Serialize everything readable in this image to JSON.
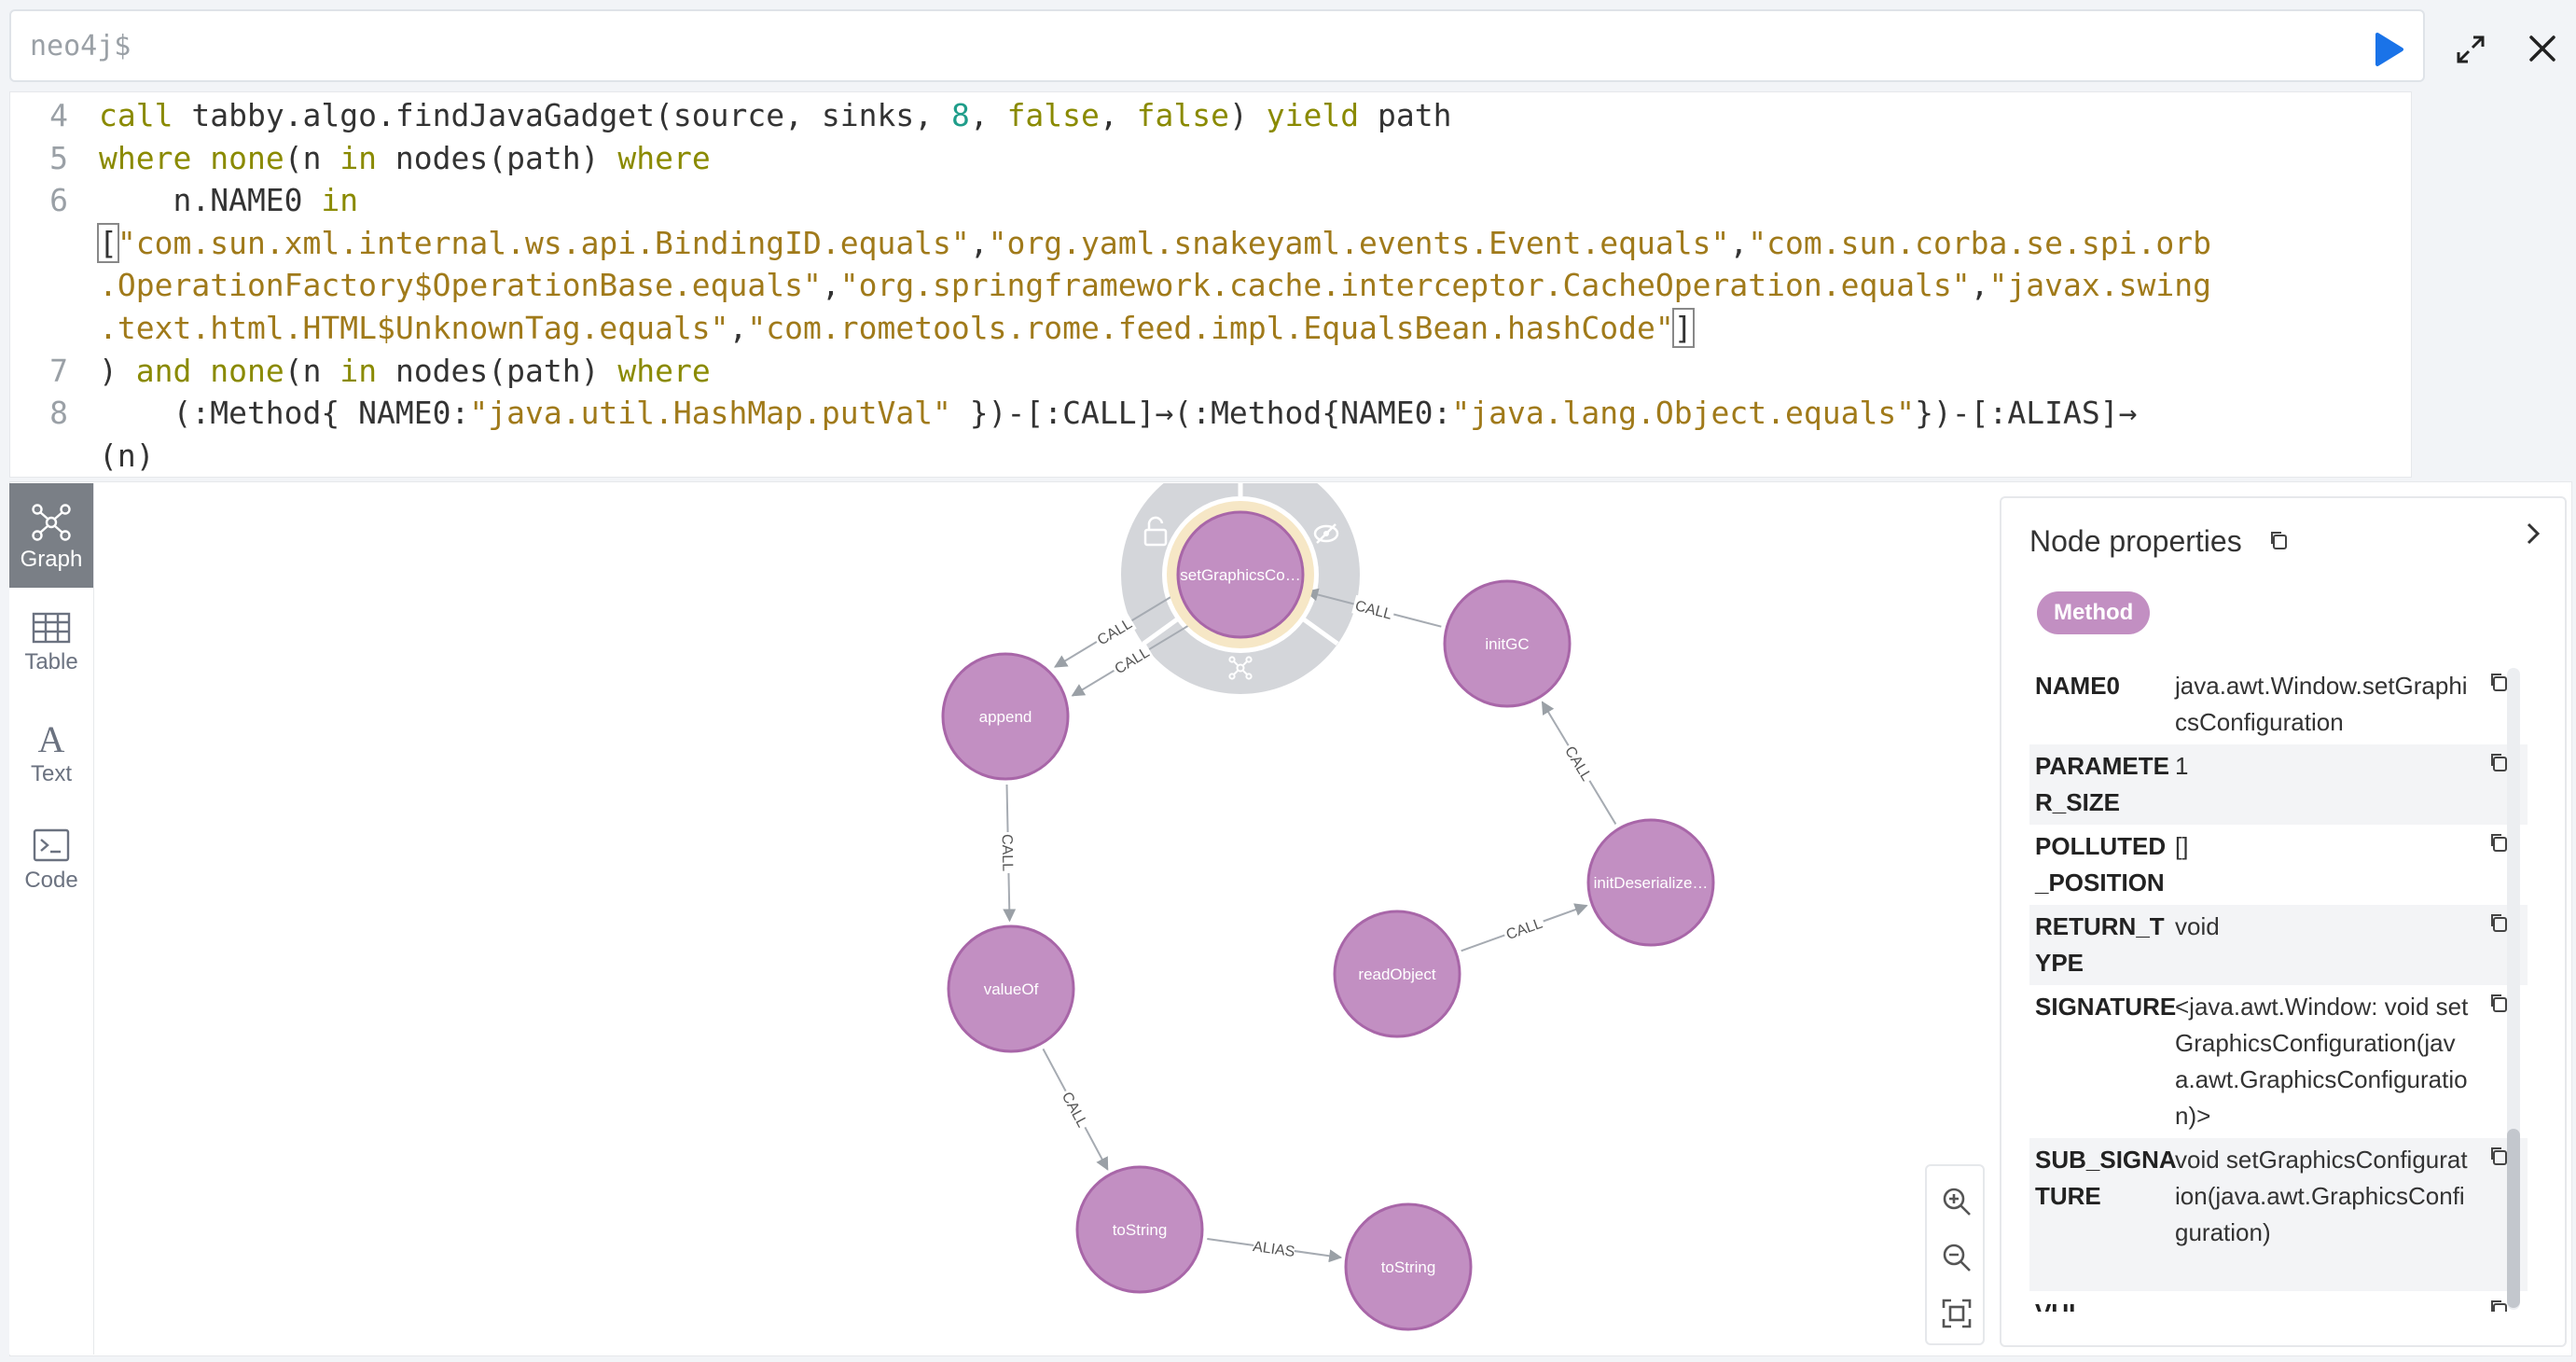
{
  "prompt": {
    "text": "neo4j$"
  },
  "editor": {
    "lines": [
      {
        "num": "4",
        "segments": [
          {
            "cls": "kw",
            "t": "call"
          },
          {
            "cls": "",
            "t": " tabby.algo.findJavaGadget(source, sinks, "
          },
          {
            "cls": "num",
            "t": "8"
          },
          {
            "cls": "",
            "t": ", "
          },
          {
            "cls": "kw",
            "t": "false"
          },
          {
            "cls": "",
            "t": ", "
          },
          {
            "cls": "kw",
            "t": "false"
          },
          {
            "cls": "",
            "t": ") "
          },
          {
            "cls": "kw",
            "t": "yield"
          },
          {
            "cls": "",
            "t": " path"
          }
        ]
      },
      {
        "num": "5",
        "segments": [
          {
            "cls": "kw",
            "t": "where"
          },
          {
            "cls": "",
            "t": " "
          },
          {
            "cls": "kw",
            "t": "none"
          },
          {
            "cls": "",
            "t": "(n "
          },
          {
            "cls": "kw",
            "t": "in"
          },
          {
            "cls": "",
            "t": " nodes(path) "
          },
          {
            "cls": "kw",
            "t": "where"
          }
        ]
      },
      {
        "num": "6",
        "segments": [
          {
            "cls": "",
            "t": "    n.NAME0 "
          },
          {
            "cls": "kw",
            "t": "in"
          }
        ]
      },
      {
        "num": "",
        "segments": [
          {
            "cls": "cursor-box",
            "t": "["
          },
          {
            "cls": "str",
            "t": "\"com.sun.xml.internal.ws.api.BindingID.equals\""
          },
          {
            "cls": "",
            "t": ","
          },
          {
            "cls": "str",
            "t": "\"org.yaml.snakeyaml.events.Event.equals\""
          },
          {
            "cls": "",
            "t": ","
          },
          {
            "cls": "str",
            "t": "\"com.sun.corba.se.spi.orb"
          }
        ]
      },
      {
        "num": "",
        "segments": [
          {
            "cls": "str",
            "t": ".OperationFactory$OperationBase.equals\""
          },
          {
            "cls": "",
            "t": ","
          },
          {
            "cls": "str",
            "t": "\"org.springframework.cache.interceptor.CacheOperation.equals\""
          },
          {
            "cls": "",
            "t": ","
          },
          {
            "cls": "str",
            "t": "\"javax.swing"
          }
        ]
      },
      {
        "num": "",
        "segments": [
          {
            "cls": "str",
            "t": ".text.html.HTML$UnknownTag.equals\""
          },
          {
            "cls": "",
            "t": ","
          },
          {
            "cls": "str",
            "t": "\"com.rometools.rome.feed.impl.EqualsBean.hashCode\""
          },
          {
            "cls": "cursor-box",
            "t": "]"
          }
        ]
      },
      {
        "num": "7",
        "segments": [
          {
            "cls": "",
            "t": ") "
          },
          {
            "cls": "kw",
            "t": "and"
          },
          {
            "cls": "",
            "t": " "
          },
          {
            "cls": "kw",
            "t": "none"
          },
          {
            "cls": "",
            "t": "(n "
          },
          {
            "cls": "kw",
            "t": "in"
          },
          {
            "cls": "",
            "t": " nodes(path) "
          },
          {
            "cls": "kw",
            "t": "where"
          }
        ]
      },
      {
        "num": "8",
        "segments": [
          {
            "cls": "",
            "t": "    (:Method{ NAME0:"
          },
          {
            "cls": "str",
            "t": "\"java.util.HashMap.putVal\""
          },
          {
            "cls": "",
            "t": " })-[:CALL]→(:Method{NAME0:"
          },
          {
            "cls": "str",
            "t": "\"java.lang.Object.equals\""
          },
          {
            "cls": "",
            "t": "})-[:ALIAS]→"
          }
        ]
      },
      {
        "num": "",
        "segments": [
          {
            "cls": "",
            "t": "(n)"
          }
        ]
      }
    ]
  },
  "sidenav": [
    {
      "id": "graph",
      "label": "Graph",
      "active": true
    },
    {
      "id": "table",
      "label": "Table",
      "active": false
    },
    {
      "id": "text",
      "label": "Text",
      "active": false
    },
    {
      "id": "code",
      "label": "Code",
      "active": false
    }
  ],
  "graph": {
    "node_color": "#c28fc2",
    "node_border": "#a866a8",
    "nodes": [
      {
        "id": "n1",
        "label": "setGraphicsCo…",
        "selected": true
      },
      {
        "id": "n2",
        "label": "append"
      },
      {
        "id": "n3",
        "label": "initGC"
      },
      {
        "id": "n4",
        "label": "initDeserialize…"
      },
      {
        "id": "n5",
        "label": "readObject"
      },
      {
        "id": "n6",
        "label": "valueOf"
      },
      {
        "id": "n7",
        "label": "toString"
      },
      {
        "id": "n8",
        "label": "toString"
      }
    ],
    "edges": [
      {
        "from": "n1",
        "to": "n2",
        "label": "CALL"
      },
      {
        "from": "n1",
        "to": "n2",
        "label": "CALL"
      },
      {
        "from": "n3",
        "to": "n1",
        "label": "CALL"
      },
      {
        "from": "n4",
        "to": "n3",
        "label": "CALL"
      },
      {
        "from": "n5",
        "to": "n4",
        "label": "CALL"
      },
      {
        "from": "n2",
        "to": "n6",
        "label": "CALL"
      },
      {
        "from": "n6",
        "to": "n7",
        "label": "CALL"
      },
      {
        "from": "n7",
        "to": "n8",
        "label": "ALIAS"
      }
    ]
  },
  "props": {
    "title": "Node properties",
    "badge": "Method",
    "rows": [
      {
        "key": "NAME0",
        "value": "java.awt.Window.setGraphicsConfiguration"
      },
      {
        "key": "PARAMETER_SIZE",
        "value": "1"
      },
      {
        "key": "POLLUTED_POSITION",
        "value": "[]"
      },
      {
        "key": "RETURN_TYPE",
        "value": "void"
      },
      {
        "key": "SIGNATURE",
        "value": "<java.awt.Window: void setGraphicsConfiguration(java.awt.GraphicsConfiguration)>"
      },
      {
        "key": "SUB_SIGNATURE",
        "value": "void setGraphicsConfiguration(java.awt.GraphicsConfiguration)"
      },
      {
        "key": "VUL",
        "value": ""
      }
    ]
  }
}
